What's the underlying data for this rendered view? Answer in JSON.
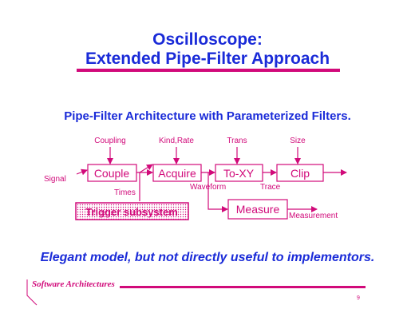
{
  "title_line1": "Oscilloscope:",
  "title_line2": "Extended Pipe-Filter Approach",
  "subtitle": "Pipe-Filter Architecture with Parameterized Filters.",
  "diagram": {
    "params": {
      "coupling": "Coupling",
      "kind_rate": "Kind,Rate",
      "trans": "Trans",
      "size": "Size"
    },
    "filters": {
      "couple": "Couple",
      "acquire": "Acquire",
      "toxy": "To-XY",
      "clip": "Clip",
      "measure": "Measure"
    },
    "pipes": {
      "signal": "Signal",
      "times": "Times",
      "waveform": "Waveform",
      "trace": "Trace",
      "measurement": "Measurement"
    },
    "trigger": "Trigger subsystem"
  },
  "bottom_text": "Elegant model, but not directly  useful to implementors.",
  "footer_logo": "Software Architectures",
  "page_number": "9",
  "colors": {
    "blue": "#1a2bd8",
    "magenta": "#d10a7a"
  }
}
